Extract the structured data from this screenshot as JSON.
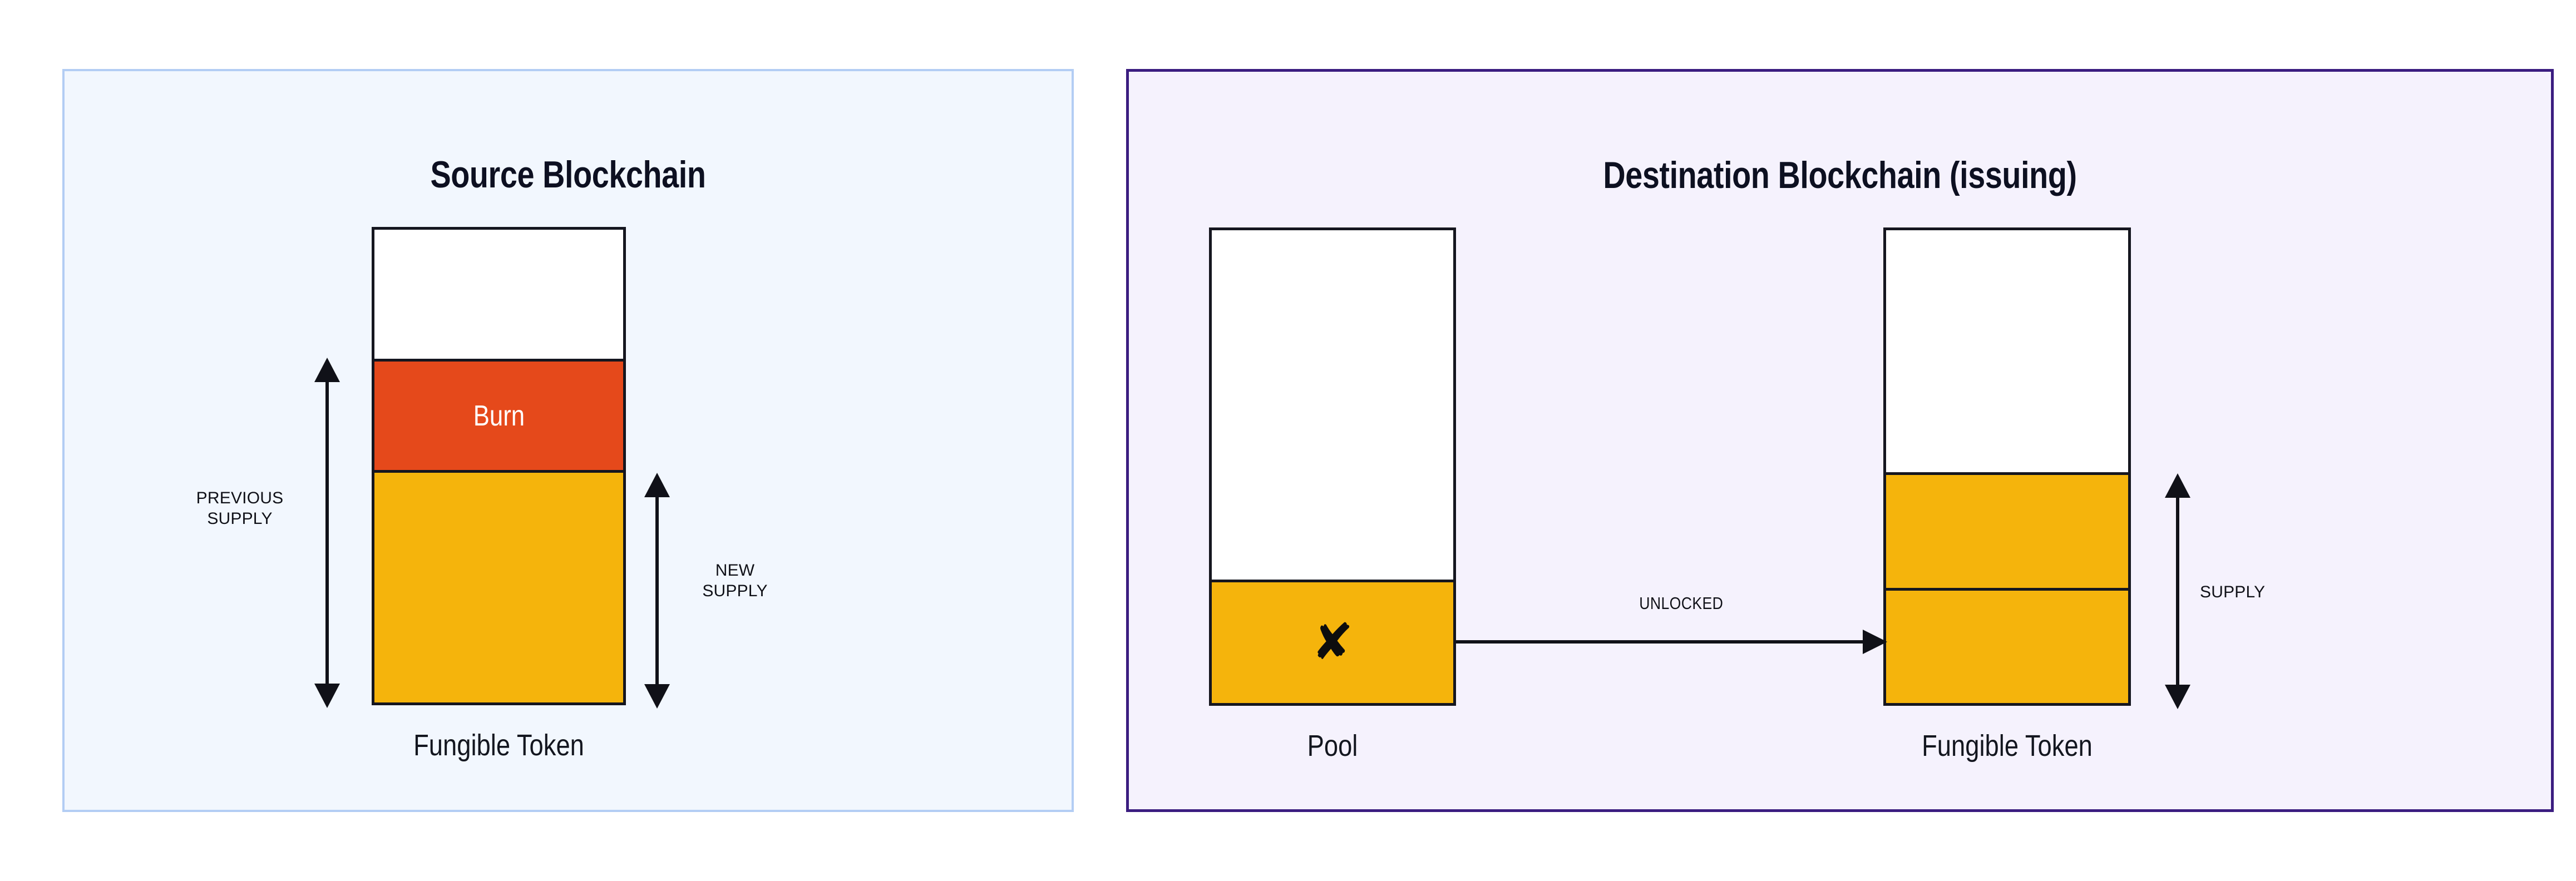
{
  "diagram": {
    "title_semantics": "token-bridge-burn-and-unlock",
    "colors": {
      "burn_red": "#e5491b",
      "token_yellow": "#f5b40c",
      "source_panel_bg": "#f2f7fe",
      "source_panel_border": "#b3cdf4",
      "destination_panel_bg": "#f5f2fd",
      "destination_panel_border": "#3b1d80",
      "box_outline": "#15161f",
      "text": "#13161f",
      "burn_label_text": "#ffffff"
    }
  },
  "source_panel": {
    "title": "Source Blockchain",
    "token_stack": {
      "caption": "Fungible Token",
      "segments": [
        {
          "name": "empty-headroom",
          "fill": "white",
          "label": ""
        },
        {
          "name": "burn",
          "fill": "#e5491b",
          "label": "Burn"
        },
        {
          "name": "remaining-supply",
          "fill": "#f5b40c",
          "label": ""
        }
      ]
    },
    "measures": [
      {
        "name": "previous-supply",
        "label": "PREVIOUS\nSUPPLY",
        "side": "left",
        "spans": "burn + remaining supply"
      },
      {
        "name": "new-supply",
        "label": "NEW\nSUPPLY",
        "side": "right",
        "spans": "remaining supply"
      }
    ]
  },
  "destination_panel": {
    "title": "Destination Blockchain (issuing)",
    "pool_stack": {
      "caption": "Pool",
      "icon": "x-mark",
      "segments": [
        {
          "name": "empty-headroom",
          "fill": "white",
          "label": ""
        },
        {
          "name": "locked-released",
          "fill": "#f5b40c",
          "label": ""
        }
      ]
    },
    "token_stack": {
      "caption": "Fungible Token",
      "segments": [
        {
          "name": "empty-headroom",
          "fill": "white",
          "label": ""
        },
        {
          "name": "newly-unlocked",
          "fill": "#f5b40c",
          "label": ""
        },
        {
          "name": "existing-supply",
          "fill": "#f5b40c",
          "label": ""
        }
      ]
    },
    "flow": {
      "label": "UNLOCKED",
      "from": "Pool",
      "to": "Fungible Token"
    },
    "measures": [
      {
        "name": "supply",
        "label": "SUPPLY",
        "side": "right",
        "spans": "both yellow segments"
      }
    ]
  }
}
